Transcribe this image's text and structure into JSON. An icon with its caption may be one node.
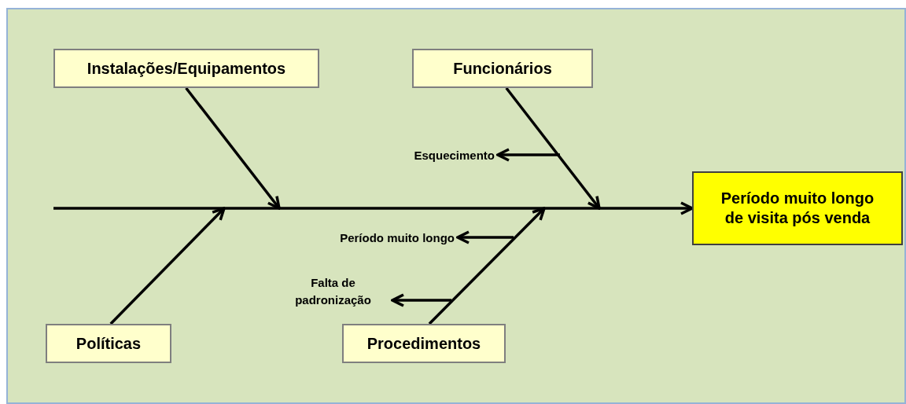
{
  "diagram": {
    "nodes": [
      {
        "text": [
          "Instalações/Equipamentos"
        ]
      },
      {
        "text": [
          "Funcionários"
        ]
      },
      {
        "text": [
          "Período muito longo de visita pós venda"
        ]
      },
      {
        "text": [
          "Esquecimento"
        ]
      },
      {
        "text": [
          "Período muito longo"
        ]
      },
      {
        "text": [
          "Falta de padronização"
        ]
      },
      {
        "text": [
          "Políticas"
        ]
      },
      {
        "text": [
          "Procedimentos"
        ]
      }
    ],
    "edges": [
      {
        "from": null,
        "to": 2,
        "arrow": "to"
      },
      {
        "from": 0,
        "to": null,
        "arrow": "to"
      },
      {
        "from": 1,
        "to": null,
        "arrow": "to"
      },
      {
        "from": 6,
        "to": null,
        "arrow": "to"
      },
      {
        "from": 7,
        "to": null,
        "arrow": "to"
      },
      {
        "from": null,
        "to": 3,
        "arrow": "to"
      },
      {
        "from": null,
        "to": 4,
        "arrow": "to"
      },
      {
        "from": null,
        "to": 5,
        "arrow": "to"
      }
    ]
  }
}
